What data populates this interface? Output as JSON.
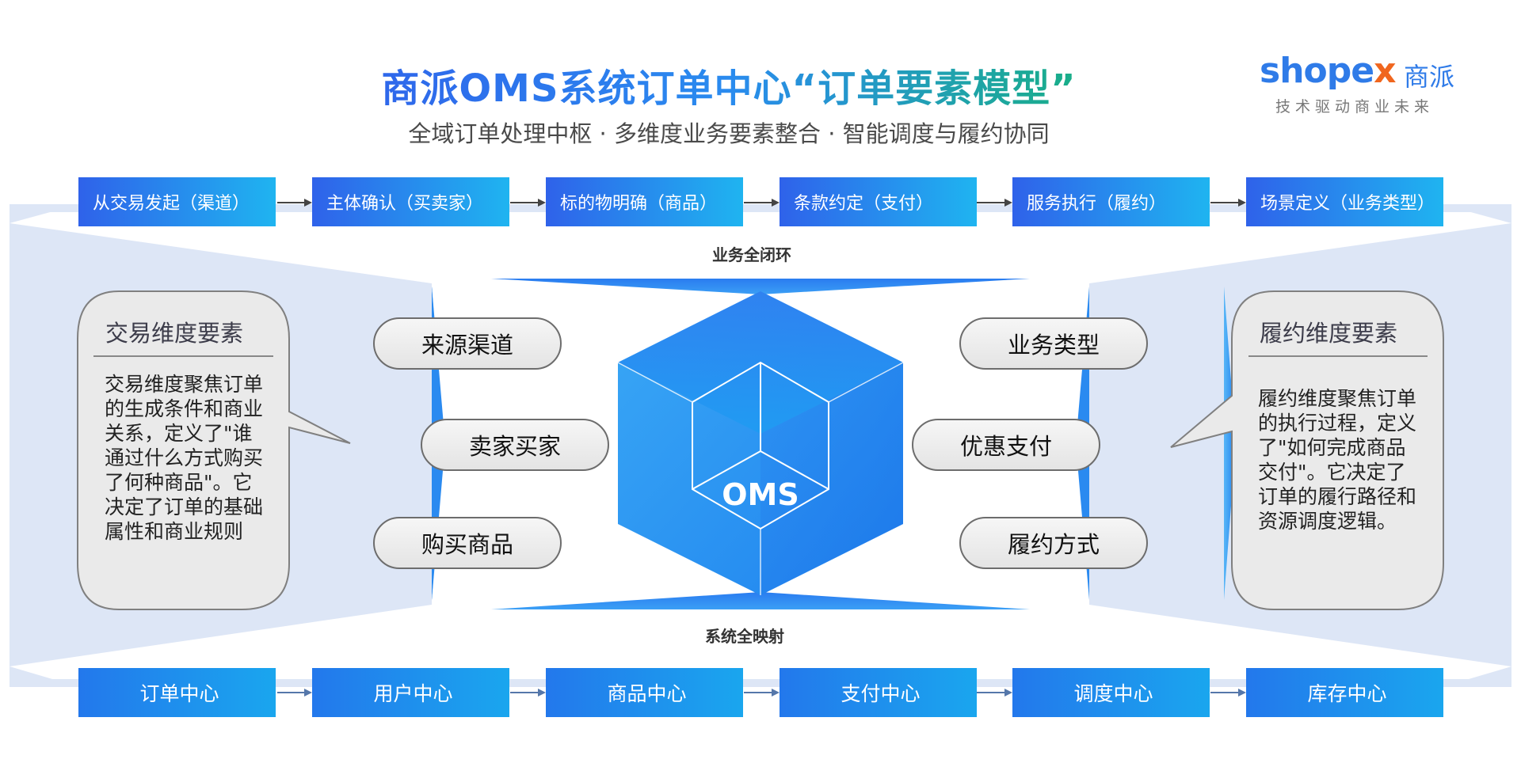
{
  "header": {
    "title": "商派OMS系统订单中心“订单要素模型”",
    "subtitle": "全域订单处理中枢 · 多维度业务要素整合 · 智能调度与履约协同"
  },
  "logo": {
    "word_shop": "shop",
    "word_e": "e",
    "word_x": "x",
    "cn": "商派",
    "slogan": "技术驱动商业未来"
  },
  "top_flow": [
    "从交易发起（渠道）",
    "主体确认（买卖家）",
    "标的物明确（商品）",
    "条款约定（支付）",
    "服务执行（履约）",
    "场景定义（业务类型）"
  ],
  "bottom_flow": [
    "订单中心",
    "用户中心",
    "商品中心",
    "支付中心",
    "调度中心",
    "库存中心"
  ],
  "labels": {
    "top_band": "业务全闭环",
    "bottom_band": "系统全映射",
    "oms": "OMS"
  },
  "left_bubble": {
    "title": "交易维度要素",
    "text": "交易维度聚焦订单的生成条件和商业关系，定义了\"谁通过什么方式购买了何种商品\"。它决定了订单的基础属性和商业规则"
  },
  "right_bubble": {
    "title": "履约维度要素",
    "text": "履约维度聚焦订单的执行过程，定义了\"如何完成商品交付\"。它决定了订单的履行路径和资源调度逻辑。"
  },
  "left_pills": [
    "来源渠道",
    "卖家买家",
    "购买商品"
  ],
  "right_pills": [
    "业务类型",
    "优惠支付",
    "履约方式"
  ],
  "colors": {
    "primary_blue": "#2f62ea",
    "cyan": "#1fb4f0",
    "band_bg": "#dde6f6",
    "green_accent": "#17b37a",
    "logo_orange": "#f0661e"
  }
}
